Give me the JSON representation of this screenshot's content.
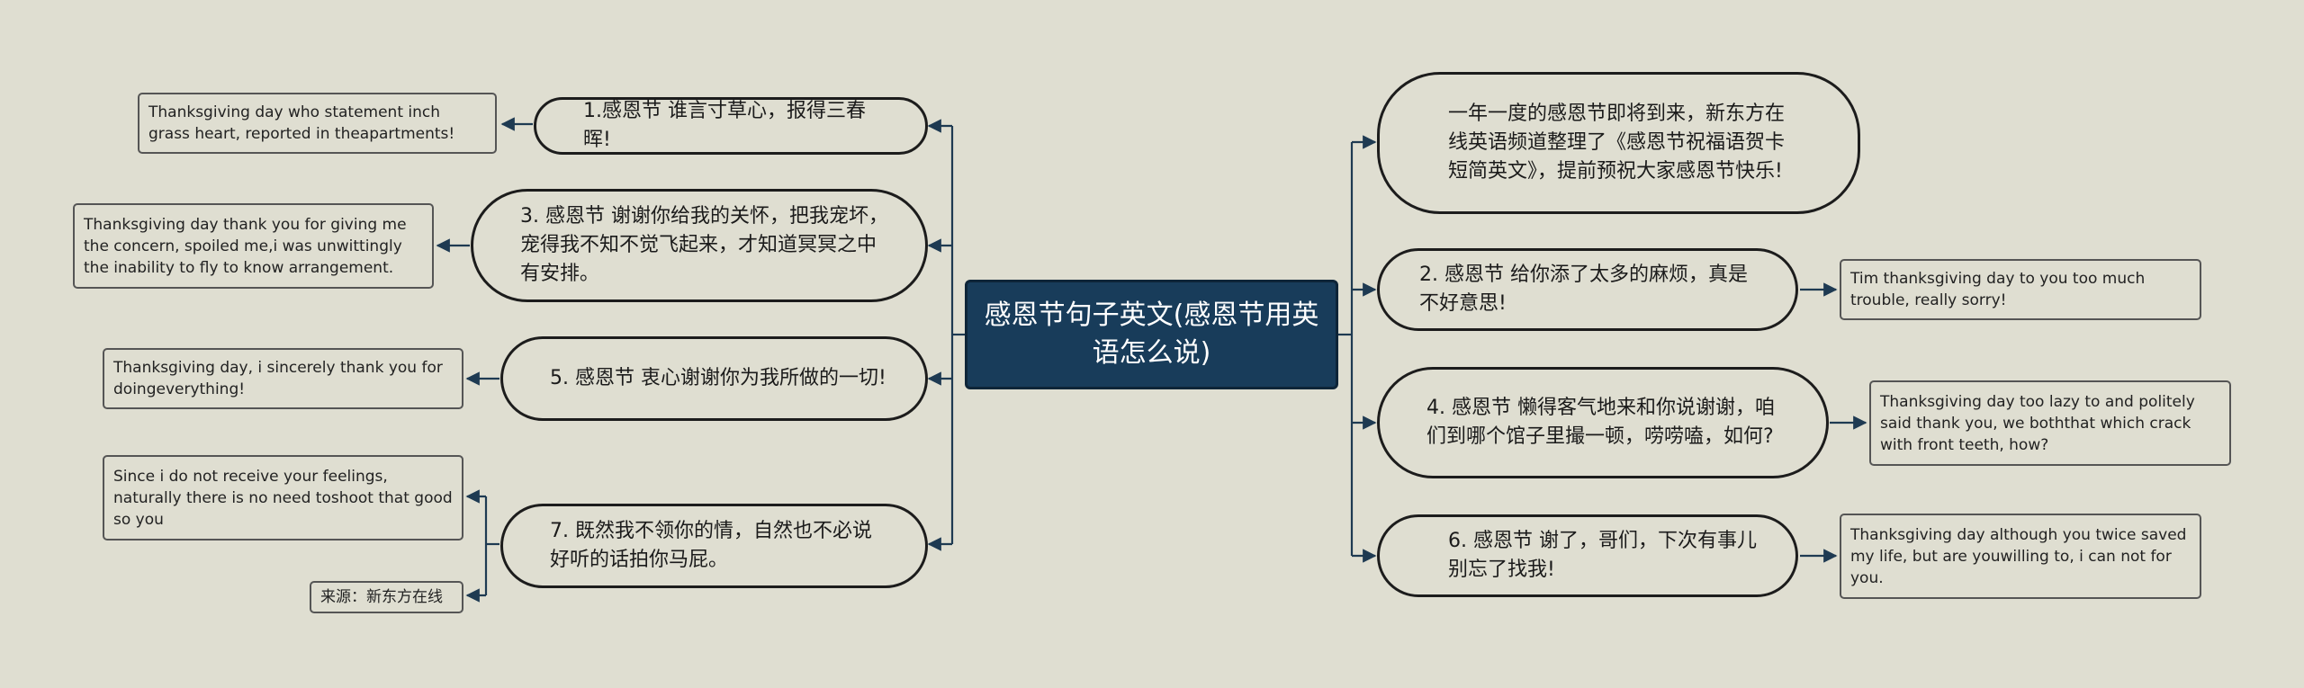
{
  "colors": {
    "background": "#dfded1",
    "central_fill": "#183c5a",
    "connector": "#1e3a52",
    "border": "#1c1c1c"
  },
  "central": {
    "text": "感恩节句子英文(感恩节用英语怎么说)"
  },
  "left_branches": [
    {
      "text": "1.感恩节 谁言寸草心，报得三春晖!"
    },
    {
      "text": "3. 感恩节 谢谢你给我的关怀，把我宠坏，宠得我不知不觉飞起来，才知道冥冥之中有安排。"
    },
    {
      "text": "5. 感恩节 衷心谢谢你为我所做的一切!"
    },
    {
      "text": "7. 既然我不领你的情，自然也不必说好听的话拍你马屁。"
    }
  ],
  "left_notes": [
    {
      "text": "Thanksgiving day who statement inch grass heart, reported in theapartments!"
    },
    {
      "text": "Thanksgiving day thank you for giving me the concern, spoiled me,i was unwittingly the inability to fly to know arrangement."
    },
    {
      "text": "Thanksgiving day, i sincerely thank you for  doingeverything!"
    },
    {
      "text": "Since i do not receive your feelings, naturally there is no need toshoot that good so you"
    },
    {
      "text": "来源：新东方在线"
    }
  ],
  "right_branches": [
    {
      "text": "一年一度的感恩节即将到来，新东方在线英语频道整理了《感恩节祝福语贺卡短简英文》，提前预祝大家感恩节快乐!"
    },
    {
      "text": "2. 感恩节 给你添了太多的麻烦，真是不好意思!"
    },
    {
      "text": "4. 感恩节 懒得客气地来和你说谢谢，咱们到哪个馆子里撮一顿，唠唠嗑，如何?"
    },
    {
      "text": "6. 感恩节 谢了，哥们，下次有事儿别忘了找我!"
    }
  ],
  "right_notes": [
    {
      "text": "Tim thanksgiving day to you too much trouble, really sorry!"
    },
    {
      "text": "Thanksgiving day too lazy to and politely said thank you, we boththat which crack with front teeth, how?"
    },
    {
      "text": "Thanksgiving day although you twice saved my life, but are youwilling to, i can not for you."
    }
  ]
}
